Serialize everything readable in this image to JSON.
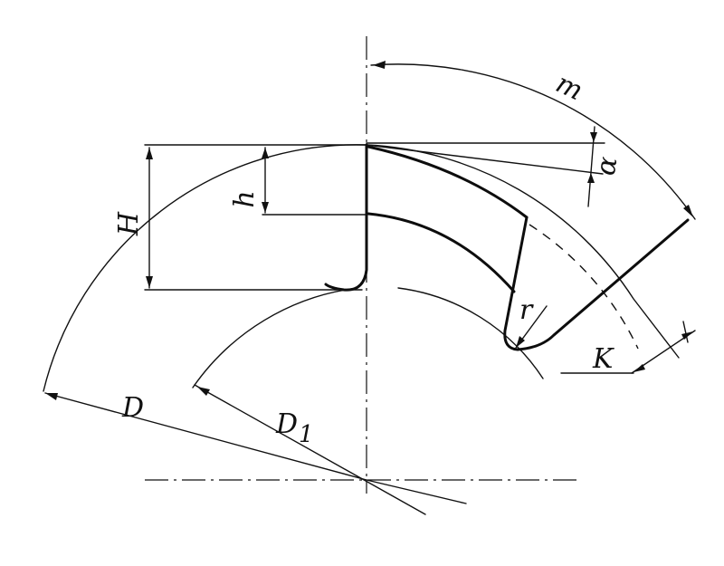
{
  "labels": {
    "H": "H",
    "h": "h",
    "alpha": "α",
    "m": "m",
    "r": "r",
    "K": "K",
    "D": "D",
    "D1": "D",
    "D1_subscript": "1"
  },
  "colors": {
    "ink": "#111111",
    "paper": "#ffffff"
  }
}
